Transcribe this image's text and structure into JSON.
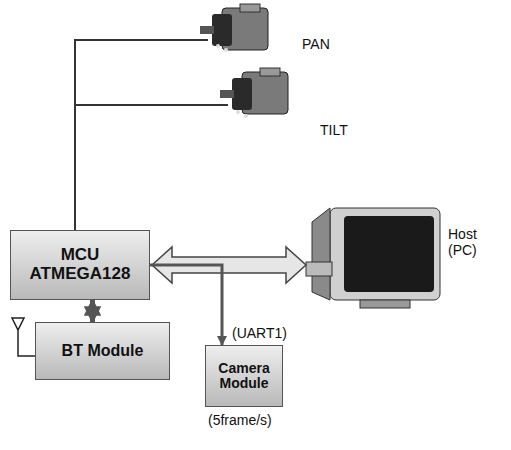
{
  "diagram": {
    "nodes": [
      {
        "text": [
          "MCU ATMEGA128"
        ]
      },
      {
        "text": [
          "BT Module"
        ]
      },
      {
        "text": [
          "Camera Module"
        ]
      }
    ],
    "edges": [
      {
        "from": 0,
        "to": 1,
        "arrow": "both"
      },
      {
        "from": 0,
        "to": 2,
        "arrow": "to",
        "label": "(UART1)"
      }
    ],
    "labels": [
      "PAN",
      "TILT",
      "Host (PC)",
      "(5frame/s)"
    ]
  }
}
